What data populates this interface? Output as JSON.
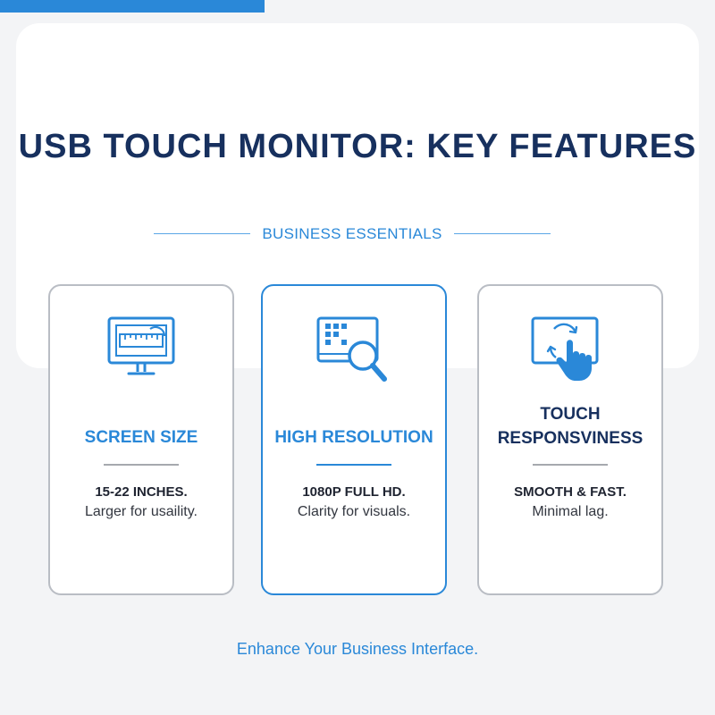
{
  "header": {
    "title": "USB TOUCH MONITOR: KEY FEATURES",
    "subtitle": "BUSINESS ESSENTIALS"
  },
  "cards": [
    {
      "icon": "monitor-ruler-icon",
      "title": "SCREEN SIZE",
      "headline": "15-22 INCHES.",
      "description": "Larger for usaility."
    },
    {
      "icon": "pixel-magnifier-icon",
      "title": "HIGH RESOLUTION",
      "headline": "1080P FULL HD.",
      "description": "Clarity for visuals."
    },
    {
      "icon": "touch-hand-icon",
      "title": "TOUCH RESPONSVINESS",
      "headline": "SMOOTH & FAST.",
      "description": "Minimal lag."
    }
  ],
  "footer": {
    "tagline": "Enhance Your Business Interface."
  },
  "colors": {
    "accent": "#2a88d8",
    "title": "#17305e",
    "background": "#f3f4f6"
  }
}
